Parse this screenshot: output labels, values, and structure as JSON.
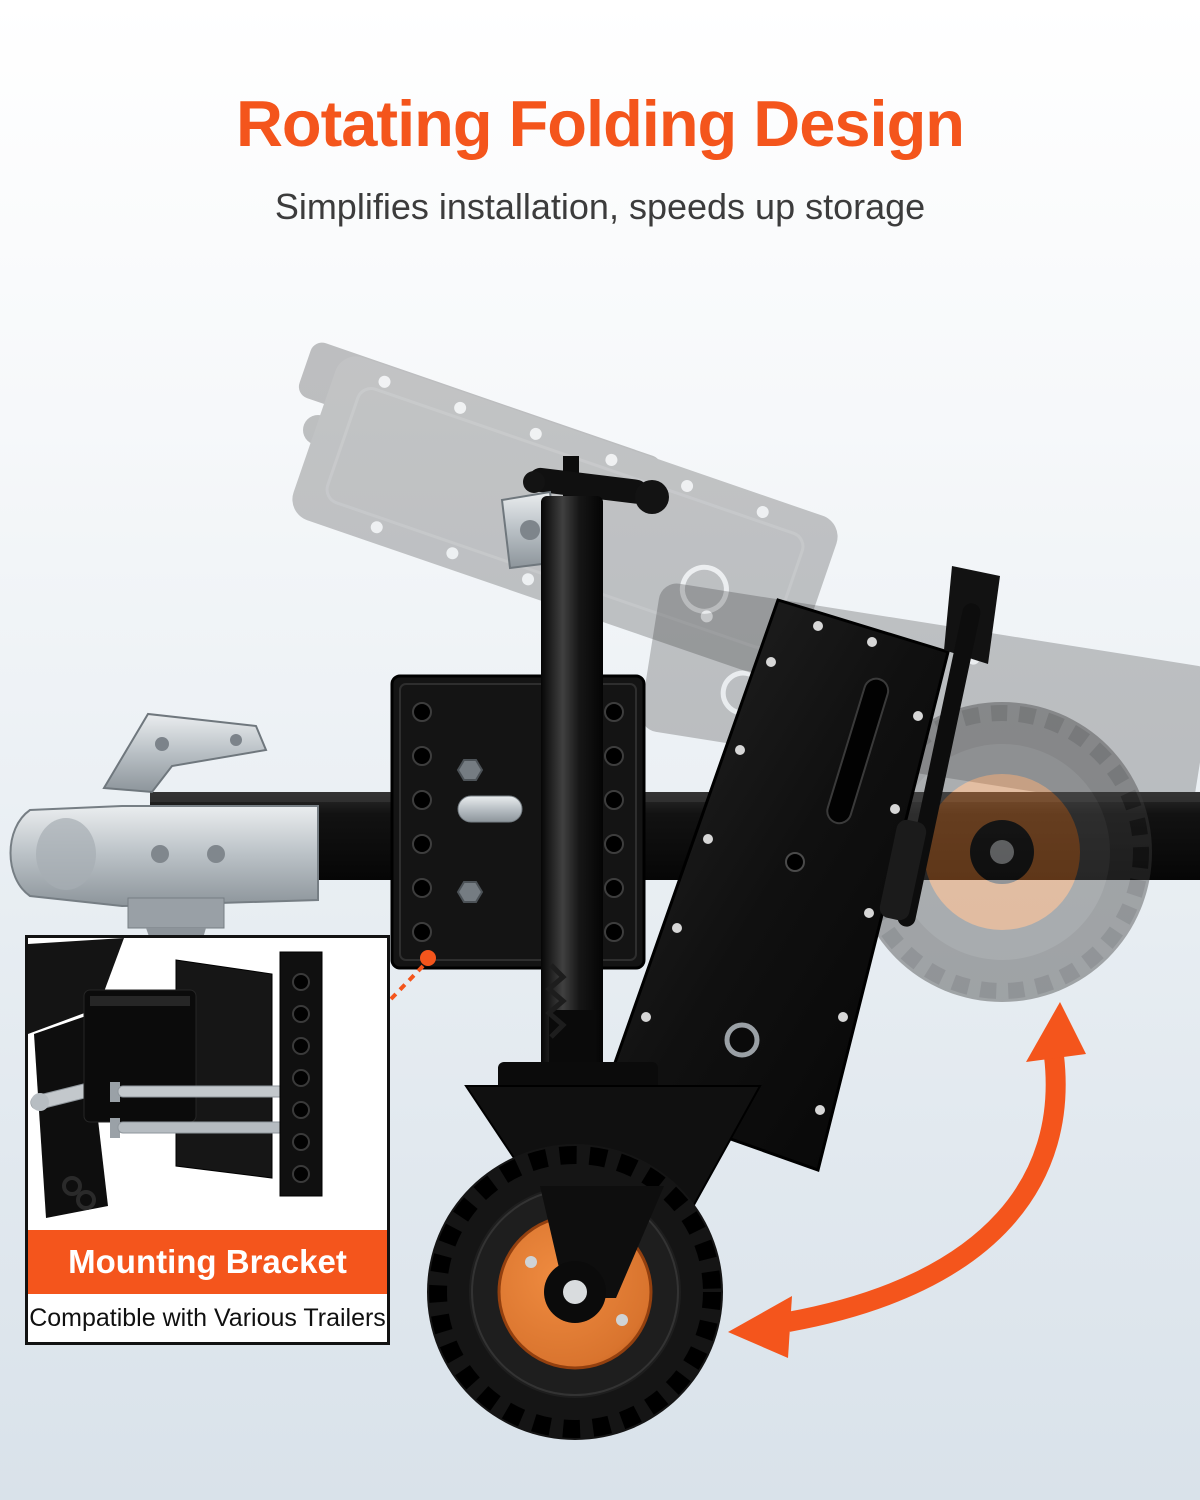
{
  "page": {
    "title": "Rotating Folding Design",
    "subtitle": "Simplifies installation, speeds up storage"
  },
  "inset": {
    "title": "Mounting Bracket",
    "subtitle": "Compatible with Various Trailers"
  },
  "colors": {
    "accent_orange": "#F4551C",
    "subtitle_gray": "#3C3C3C",
    "wheel_hub_orange": "#D9742E",
    "background_bottom": "#D9E2EA"
  },
  "icons": {
    "rotation_arrow_icon": "curved-rotation-arrow",
    "inset_leader_line": "dashed-callout-line"
  }
}
